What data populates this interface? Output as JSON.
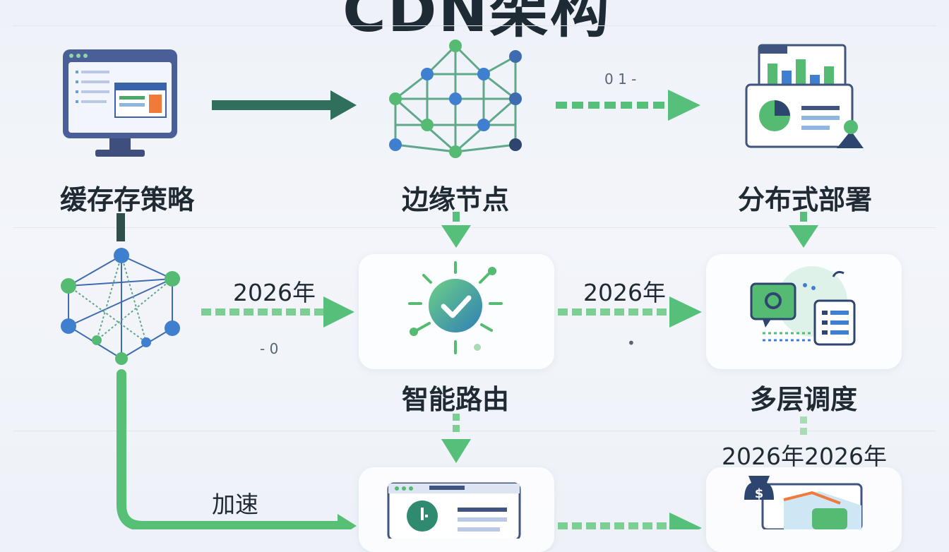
{
  "title": "CDN架构",
  "nodes": {
    "cache": "缓存存策略",
    "edge": "边缘节点",
    "distributed": "分布式部署",
    "routing": "智能路由",
    "multilayer": "多层调度"
  },
  "edge_labels": {
    "left_year": "2026年",
    "right_year": "2026年",
    "bottom_right_years": "2026年2026年",
    "accelerate": "加速"
  },
  "decor": {
    "top_marks": "0 1 -",
    "left_marks": "- 0",
    "right_mark": "•"
  },
  "icons": {
    "cache": "monitor-icon",
    "edge": "network-mesh-icon",
    "distributed": "dashboard-chart-icon",
    "network_left": "network-graph-icon",
    "routing": "check-sun-icon",
    "multilayer": "chat-list-icon",
    "bottom_center": "monitor-chart-icon",
    "bottom_right": "dollar-dashboard-icon"
  },
  "colors": {
    "green": "#4fb86a",
    "dark_green": "#2f6f5c",
    "blue": "#3f7fd0",
    "navy": "#2e4570"
  }
}
